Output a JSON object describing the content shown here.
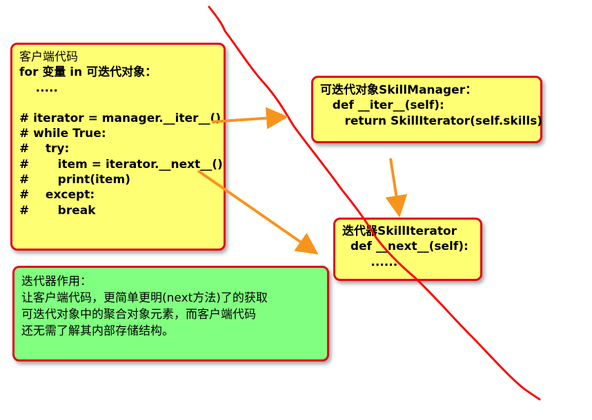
{
  "client": {
    "lines": [
      "客户端代码",
      "for 变量 in 可迭代对象：",
      "    .....",
      "",
      "# iterator = manager.__iter__()",
      "# while True:",
      "#    try:",
      "#       item = iterator.__next__()",
      "#       print(item)",
      "#    except:",
      "#       break"
    ]
  },
  "iterable": {
    "lines": [
      "可迭代对象SkillManager：",
      "   def __iter__(self):",
      "      return SkillIterator(self.skills)"
    ]
  },
  "iterator": {
    "lines": [
      "迭代器SkillIterator",
      "  def __next__(self):",
      "       ......"
    ]
  },
  "explanation": {
    "lines": [
      "迭代器作用：",
      "让客户端代码，更简单更明(next方法)了的获取",
      "可迭代对象中的聚合对象元素，而客户端代码",
      "还无需了解其内部存储结构。"
    ]
  },
  "colors": {
    "box_border": "#e3001b",
    "yellow_fill": "#ffff73",
    "green_fill": "#80ff80",
    "arrow": "#f7941d",
    "slash_line": "#ff0000"
  }
}
